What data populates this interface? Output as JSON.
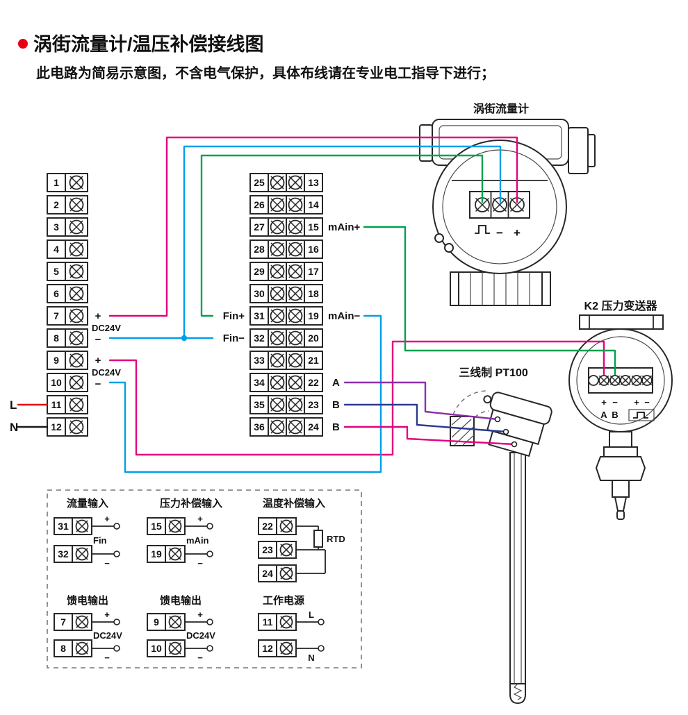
{
  "header": {
    "title": "涡街流量计/温压补偿接线图",
    "subtitle": "此电路为简易示意图，不含电气保护，具体布线请在专业电工指导下进行；"
  },
  "colors": {
    "magenta": "#e4007f",
    "cyan": "#00a0e9",
    "green": "#00a14e",
    "purple": "#8b2fa8",
    "navy": "#2b3a8f",
    "red": "#e60012",
    "black": "#1a1a1a"
  },
  "left_block": {
    "terminals": [
      1,
      2,
      3,
      4,
      5,
      6,
      7,
      8,
      9,
      10,
      11,
      12
    ],
    "labels": {
      "plus7": "+",
      "dc24v_78": "DC24V",
      "minus8": "−",
      "plus9": "+",
      "dc24v_910": "DC24V",
      "minus10": "−",
      "line": "L",
      "neutral": "N"
    }
  },
  "middle_block": {
    "left_terminals": [
      25,
      26,
      27,
      28,
      29,
      30,
      31,
      32,
      33,
      34,
      35,
      36
    ],
    "right_terminals": [
      13,
      14,
      15,
      16,
      17,
      18,
      19,
      20,
      21,
      22,
      23,
      24
    ],
    "labels": {
      "fin_plus": "Fin+",
      "fin_minus": "Fin−",
      "main_plus": "mAin+",
      "main_minus": "mAin−",
      "a": "A",
      "b1": "B",
      "b2": "B"
    }
  },
  "flowmeter": {
    "label": "涡街流量计",
    "symbols": [
      "⎍",
      "−",
      "+"
    ]
  },
  "transmitter": {
    "label": "K2 压力变送器",
    "polarity_labels": [
      "+",
      "−",
      "+",
      "−"
    ],
    "ab_labels": [
      "A",
      "B"
    ],
    "pulse_symbol": "⎍"
  },
  "rtd_sensor": {
    "label": "三线制 PT100"
  },
  "legend": {
    "sections": [
      {
        "type": "pair",
        "title": "流量输入",
        "terminals": [
          "31",
          "32"
        ],
        "plus": "+",
        "minus": "−",
        "label": "Fin"
      },
      {
        "type": "pair",
        "title": "压力补偿输入",
        "terminals": [
          "15",
          "19"
        ],
        "plus": "+",
        "minus": "−",
        "label": "mAin"
      },
      {
        "type": "rtd",
        "title": "温度补偿输入",
        "terminals": [
          "22",
          "23",
          "24"
        ],
        "label": "RTD"
      },
      {
        "type": "pair",
        "title": "馈电输出",
        "terminals": [
          "7",
          "8"
        ],
        "plus": "+",
        "minus": "−",
        "label": "DC24V"
      },
      {
        "type": "pair",
        "title": "馈电输出",
        "terminals": [
          "9",
          "10"
        ],
        "plus": "+",
        "minus": "−",
        "label": "DC24V"
      },
      {
        "type": "power",
        "title": "工作电源",
        "terminals": [
          "11",
          "12"
        ],
        "top": "L",
        "bottom": "N"
      }
    ]
  }
}
